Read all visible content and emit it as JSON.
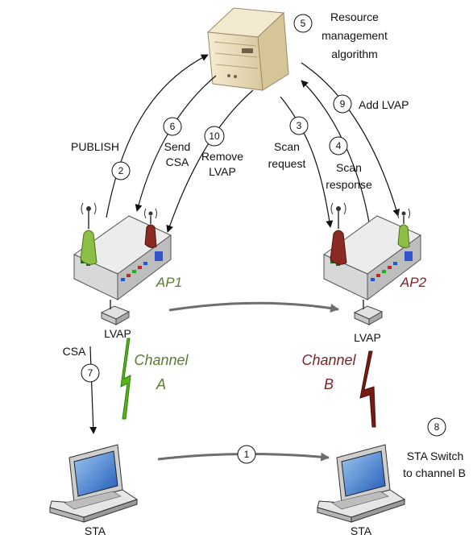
{
  "colors": {
    "accent_green": "#5e7a2e",
    "accent_red": "#7a2424",
    "green_antenna": "#8dbf45",
    "red_antenna": "#8a2a22",
    "server_body": "#efe3c5",
    "lightning_green": "#55b51a",
    "lightning_red": "#7a1a14",
    "arrow": "#111111",
    "move_arrow": "#6e6e6e"
  },
  "nodes": {
    "server": {
      "label_line1": "Resource",
      "label_line2": "management",
      "label_line3": "algorithm",
      "icon": "server-icon"
    },
    "ap1": {
      "label": "AP1",
      "icon": "access-point-icon"
    },
    "ap2": {
      "label": "AP2",
      "icon": "access-point-icon"
    },
    "lvap1": {
      "label": "LVAP",
      "icon": "lvap-device-icon"
    },
    "lvap2": {
      "label": "LVAP",
      "icon": "lvap-device-icon"
    },
    "sta1": {
      "label": "STA",
      "icon": "laptop-icon"
    },
    "sta2": {
      "label": "STA",
      "icon": "laptop-icon"
    }
  },
  "channels": {
    "a": {
      "line1": "Channel",
      "line2": "A"
    },
    "b": {
      "line1": "Channel",
      "line2": "B"
    }
  },
  "steps": {
    "s1": {
      "num": "1"
    },
    "s2": {
      "num": "2",
      "line1": "PUBLISH"
    },
    "s3": {
      "num": "3",
      "line1": "Scan",
      "line2": "request"
    },
    "s4": {
      "num": "4",
      "line1": "Scan",
      "line2": "response"
    },
    "s5": {
      "num": "5"
    },
    "s6": {
      "num": "6",
      "line1": "Send",
      "line2": "CSA"
    },
    "s7": {
      "num": "7",
      "line1": "CSA"
    },
    "s8": {
      "num": "8",
      "line1": "STA Switch",
      "line2": "to channel B"
    },
    "s9": {
      "num": "9",
      "line1": "Add LVAP"
    },
    "s10": {
      "num": "10",
      "line1": "Remove",
      "line2": "LVAP"
    }
  }
}
